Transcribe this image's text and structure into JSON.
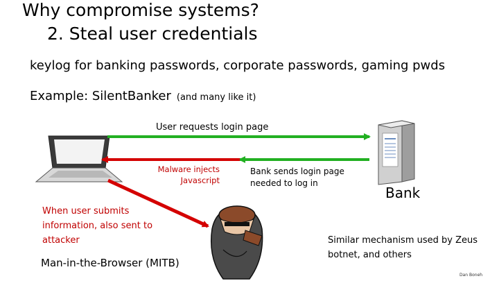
{
  "slide": {
    "title_line1": "Why compromise systems?",
    "title_line2": "2.  Steal user credentials",
    "subtitle": "keylog for banking passwords,   corporate passwords,   gaming pwds",
    "example_label": "Example:  SilentBanker",
    "example_note": "(and many like it)",
    "author": "Dan Boneh"
  },
  "diagram": {
    "user_request_label": "User requests login page",
    "malware_label": "Malware injects Javascript",
    "bank_sends_label": "Bank sends login page needed to log in",
    "bank_label": "Bank",
    "when_user_label": "When user submits information, also sent to attacker",
    "mitb_label": "Man-in-the-Browser (MITB)",
    "similar_label": "Similar mechanism used by Zeus botnet, and others",
    "colors": {
      "green_arrow": "#22b022",
      "red_arrow": "#d40000",
      "red_text": "#c00000"
    },
    "icons": [
      "laptop-icon",
      "server-icon",
      "attacker-icon"
    ]
  }
}
